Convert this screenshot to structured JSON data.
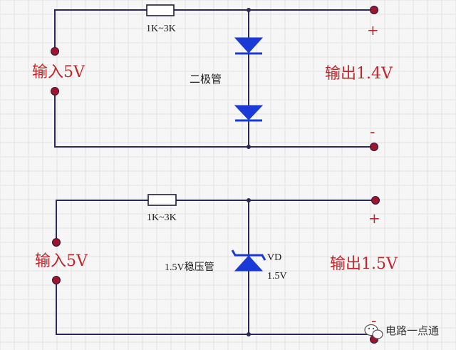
{
  "colors": {
    "wire": "#2a2a55",
    "terminal": "#a0142a",
    "diode": "#1a3ad8",
    "label_red": "#c0262a",
    "grid": "#e3e3e3"
  },
  "top_circuit": {
    "resistor_label": "1K~3K",
    "input_label": "输入5V",
    "output_label": "输出1.4V",
    "diode_label": "二极管",
    "plus_sign": "+",
    "minus_sign": "-"
  },
  "bottom_circuit": {
    "resistor_label": "1K~3K",
    "input_label": "输入5V",
    "output_label": "输出1.5V",
    "zener_label": "1.5V稳压管",
    "vd_label": "VD",
    "vd_value": "1.5V",
    "plus_sign": "+",
    "minus_sign": "-"
  },
  "watermark": {
    "text": "电路一点通",
    "icon": "wechat-icon"
  }
}
